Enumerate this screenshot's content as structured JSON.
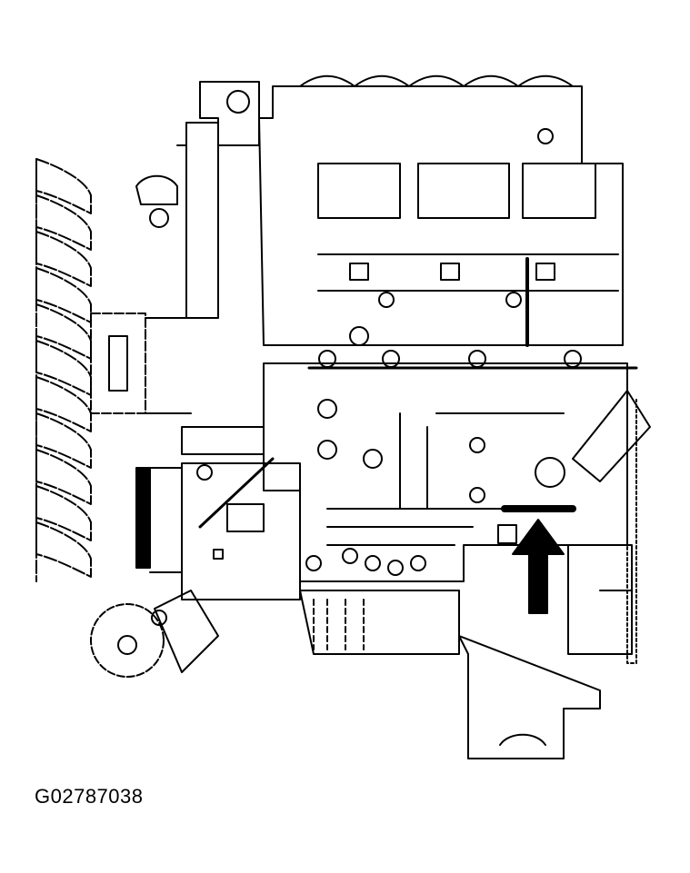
{
  "figure": {
    "code": "G02787038",
    "ink_color": "#000000",
    "paper_color": "#ffffff"
  },
  "illustration": {
    "subject": "engine-side-view",
    "callout": "arrow-pointing-up"
  }
}
